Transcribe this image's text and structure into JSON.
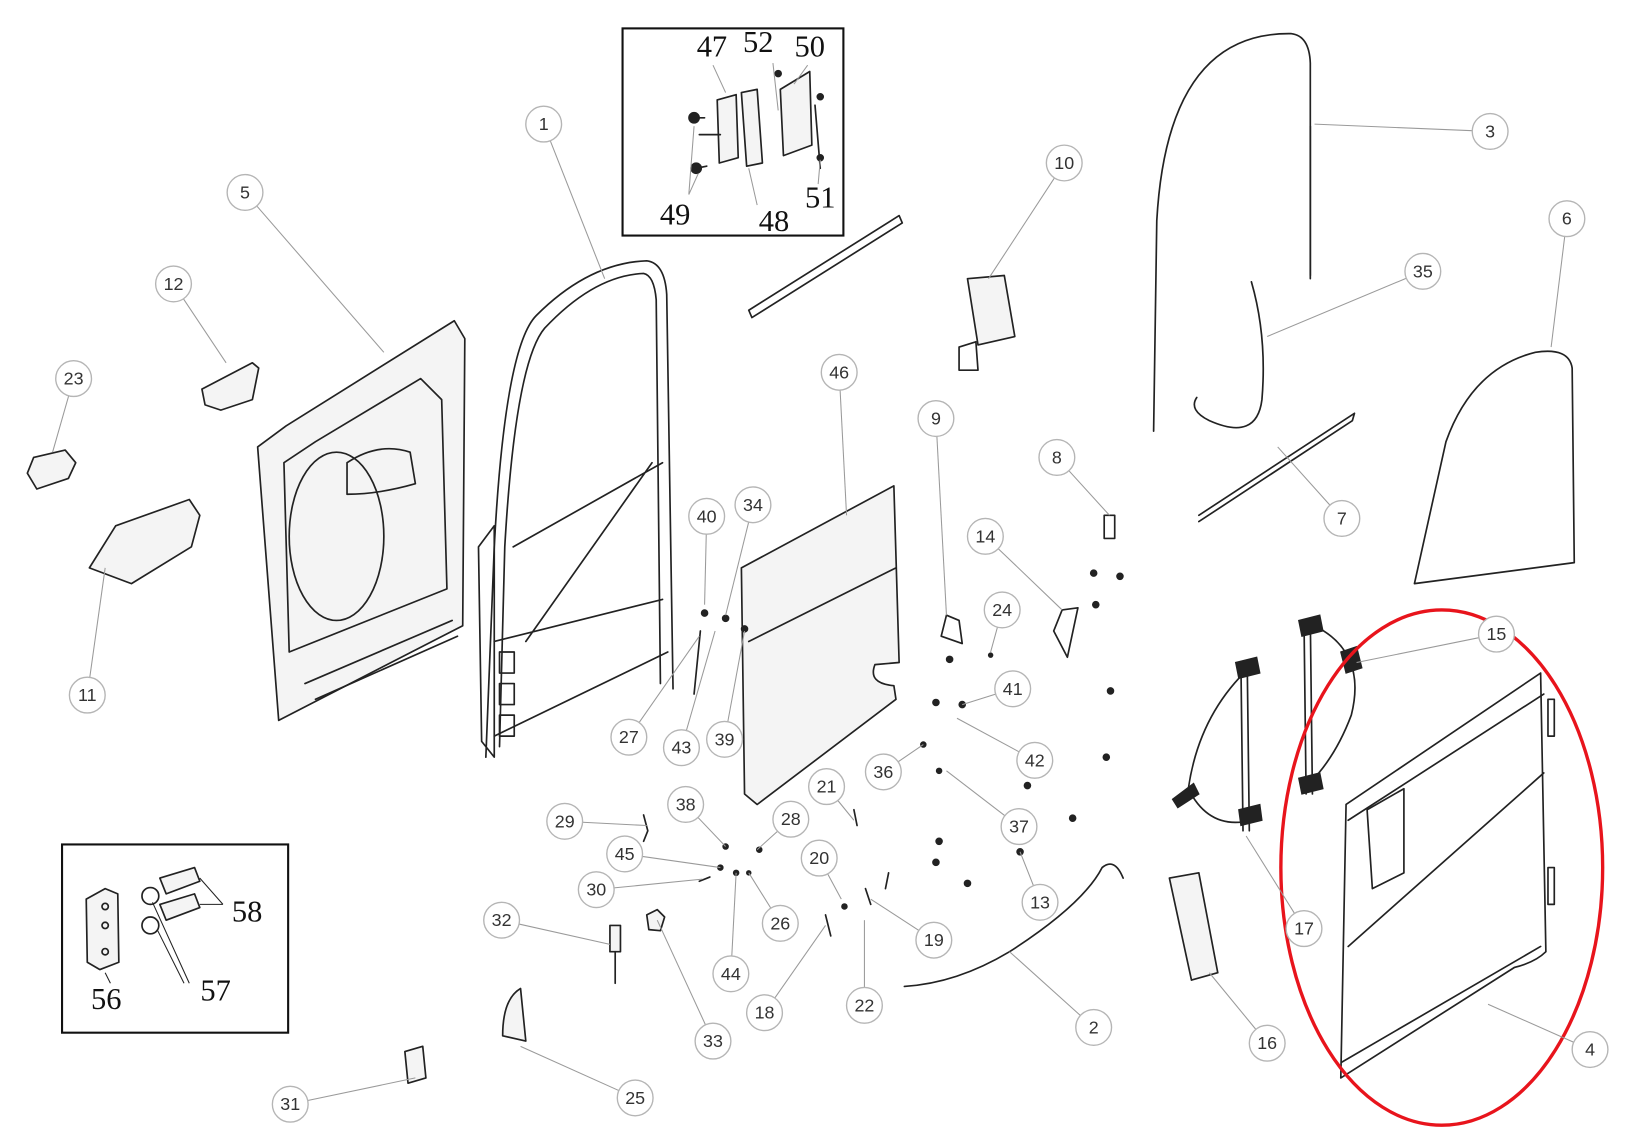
{
  "diagram": {
    "title": "Sliding side door exploded parts diagram",
    "callouts": [
      "1",
      "5",
      "12",
      "23",
      "11",
      "10",
      "3",
      "35",
      "6",
      "7",
      "46",
      "9",
      "8",
      "14",
      "24",
      "41",
      "42",
      "36",
      "37",
      "13",
      "40",
      "34",
      "27",
      "43",
      "39",
      "21",
      "29",
      "38",
      "28",
      "45",
      "30",
      "26",
      "44",
      "20",
      "19",
      "18",
      "22",
      "32",
      "33",
      "25",
      "31",
      "2",
      "16",
      "17",
      "15",
      "4"
    ],
    "inset_top": {
      "labels": [
        "47",
        "52",
        "50",
        "49",
        "48",
        "51"
      ]
    },
    "inset_bottom": {
      "labels": [
        "56",
        "57",
        "58"
      ]
    },
    "highlight": {
      "part": "4",
      "color": "#e8141c"
    }
  }
}
